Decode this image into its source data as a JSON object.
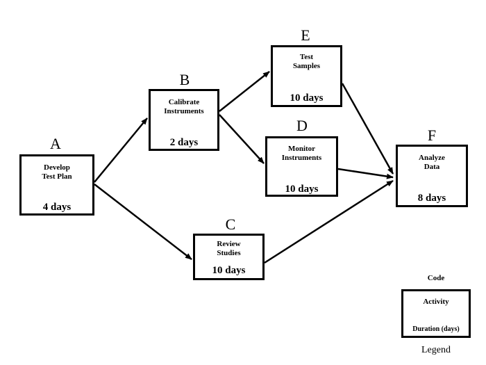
{
  "activities": [
    {
      "code": "A",
      "activity": "Develop\nTest Plan",
      "duration": "4 days"
    },
    {
      "code": "B",
      "activity": "Calibrate\nInstruments",
      "duration": "2 days"
    },
    {
      "code": "C",
      "activity": "Review\nStudies",
      "duration": "10 days"
    },
    {
      "code": "D",
      "activity": "Monitor\nInstruments",
      "duration": "10 days"
    },
    {
      "code": "E",
      "activity": "Test\nSamples",
      "duration": "10 days"
    },
    {
      "code": "F",
      "activity": "Analyze\nData",
      "duration": "8 days"
    }
  ],
  "dependencies": [
    {
      "from": "A",
      "to": "B"
    },
    {
      "from": "A",
      "to": "C"
    },
    {
      "from": "B",
      "to": "E"
    },
    {
      "from": "B",
      "to": "D"
    },
    {
      "from": "E",
      "to": "F"
    },
    {
      "from": "D",
      "to": "F"
    },
    {
      "from": "C",
      "to": "F"
    }
  ],
  "legend": {
    "code": "Code",
    "activity": "Activity",
    "duration": "Duration (days)",
    "caption": "Legend"
  }
}
